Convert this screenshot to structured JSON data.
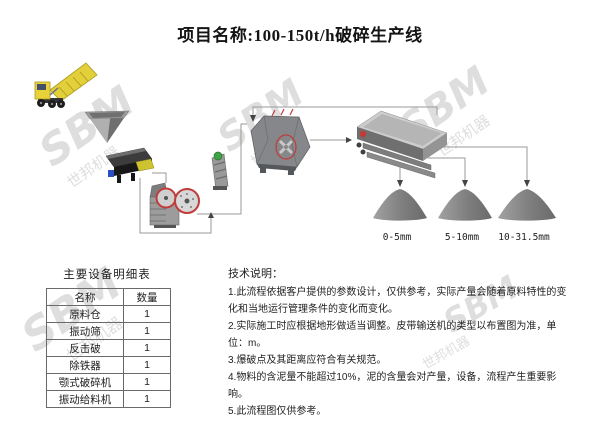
{
  "title": "项目名称:100-150t/h破碎生产线",
  "watermark": {
    "logo": "SBM",
    "brand": "世邦机器"
  },
  "diagram": {
    "pile_labels": [
      "0-5mm",
      "5-10mm",
      "10-31.5mm"
    ],
    "equipment": [
      "dump-truck",
      "hopper",
      "vibrating-feeder",
      "jaw-crusher",
      "iron-remover",
      "impact-crusher",
      "vibrating-screen",
      "product-piles"
    ]
  },
  "equipment_table": {
    "title": "主要设备明细表",
    "headers": [
      "名称",
      "数量"
    ],
    "rows": [
      [
        "原料仓",
        "1"
      ],
      [
        "振动筛",
        "1"
      ],
      [
        "反击破",
        "1"
      ],
      [
        "除铁器",
        "1"
      ],
      [
        "颚式破碎机",
        "1"
      ],
      [
        "振动给料机",
        "1"
      ]
    ]
  },
  "notes": {
    "title": "技术说明：",
    "items": [
      "1.此流程依据客户提供的参数设计，仅供参考，实际产量会随着原料特性的变化和当地运行管理条件的变化而变化。",
      "2.实际施工时应根据地形做适当调整。皮带输送机的类型以布置图为准，单位：m。",
      "3.爆破点及其距离应符合有关规范。",
      "4.物料的含泥量不能超过10%，泥的含量会对产量，设备，流程产生重要影响。",
      "5.此流程图仅供参考。"
    ]
  },
  "colors": {
    "truck_yellow": "#e3cf3a",
    "flywheel_red": "#c23b3b",
    "accent_green": "#3fa244",
    "watermark_gray": "#d2d2d2",
    "line_gray": "#999999"
  }
}
